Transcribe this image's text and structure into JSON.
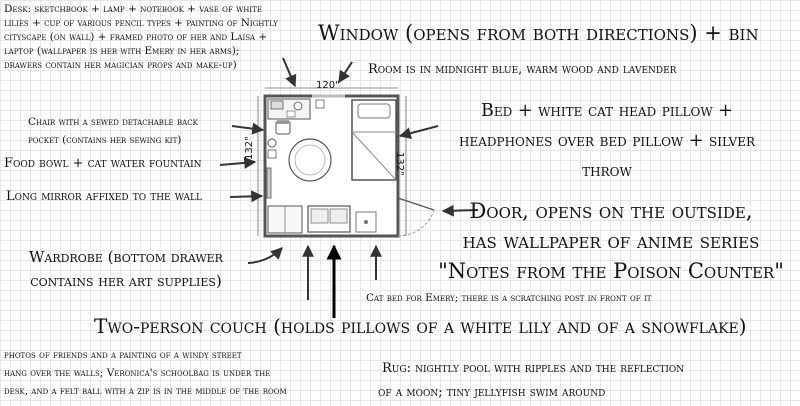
{
  "labels": {
    "desk": [
      "Desk: sketchbook + lamp + notebook + vase of white",
      "lilies + cup of various pencil types + painting of Nightly",
      "cityscape (on wall) + framed photo of her and Laisa +",
      "laptop (wallpaper is her with Emery in her arms);",
      "drawers contain her magician props and make-up)"
    ],
    "window": "Window (opens from both directions) + bin",
    "room_colors": "Room is in midnight blue, warm wood and lavender",
    "bed": [
      "Bed + white cat head pillow +",
      "headphones over bed pillow + silver",
      "throw"
    ],
    "chair": [
      "Chair with a sewed detachable back",
      "pocket (contains her sewing kit)"
    ],
    "food": "Food bowl + cat water fountain",
    "mirror": "Long mirror affixed to the wall",
    "door": [
      "Door, opens on the outside,",
      "has wallpaper of anime series",
      "\"Notes from the Poison Counter\""
    ],
    "wardrobe": [
      "Wardrobe (bottom drawer",
      "contains her art supplies)"
    ],
    "cat_bed": "Cat bed for Emery; there is a scratching post in front of it",
    "couch": "Two-person couch (holds pillows of a white lily and of a snowflake)",
    "photos": [
      "photos of friends and a painting of a windy street",
      "hang over the walls; Veronica's schoolbag is under the",
      "desk, and a felt ball with a zip is in the middle of the room"
    ],
    "rug": [
      "Rug: nightly pool with ripples and the reflection",
      "of a moon; tiny jellyfish swim around"
    ]
  },
  "dimensions": {
    "top": "120\"",
    "left": "132\"",
    "right": "132\""
  }
}
